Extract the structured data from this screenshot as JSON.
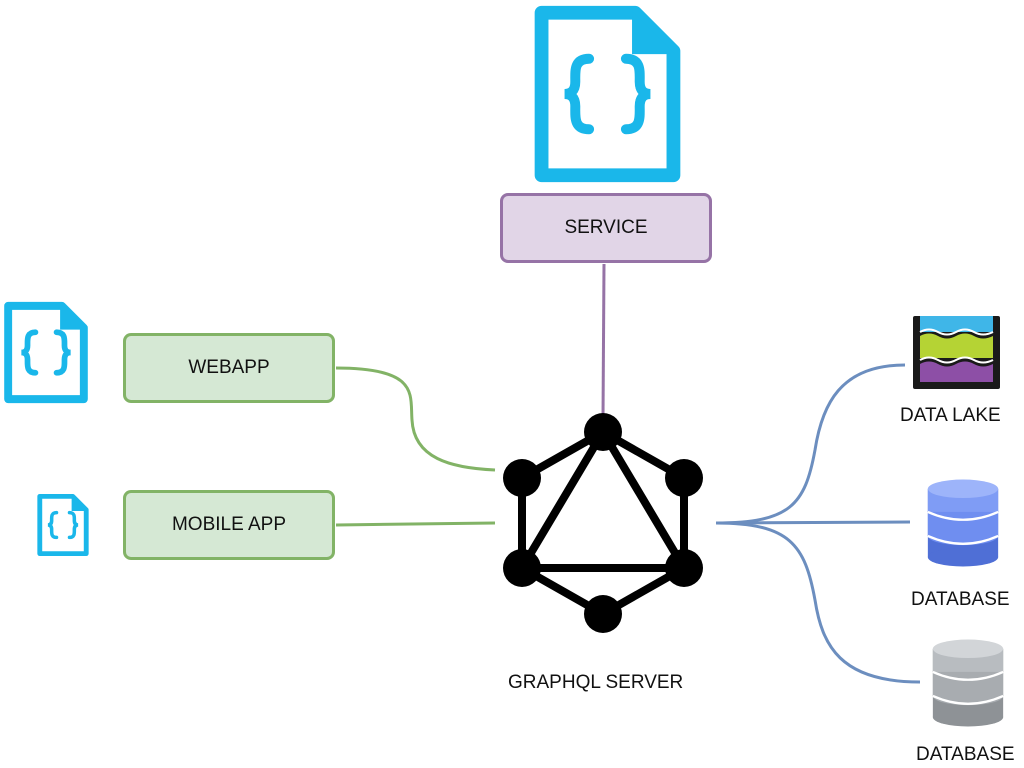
{
  "nodes": {
    "service": {
      "label": "SERVICE"
    },
    "webapp": {
      "label": "WEBAPP"
    },
    "mobile_app": {
      "label": "MOBILE APP"
    },
    "graphql_server": {
      "label": "GRAPHQL SERVER"
    },
    "data_lake": {
      "label": "DATA LAKE"
    },
    "database_1": {
      "label": "DATABASE"
    },
    "database_2": {
      "label": "DATABASE"
    }
  },
  "edges": [
    {
      "from": "service",
      "to": "graphql_server"
    },
    {
      "from": "webapp",
      "to": "graphql_server"
    },
    {
      "from": "mobile_app",
      "to": "graphql_server"
    },
    {
      "from": "graphql_server",
      "to": "data_lake"
    },
    {
      "from": "graphql_server",
      "to": "database_1"
    },
    {
      "from": "graphql_server",
      "to": "database_2"
    }
  ],
  "icons": [
    "json-file-icon",
    "graphql-logo-icon",
    "data-lake-icon",
    "database-icon"
  ],
  "colors": {
    "json_icon": "#1ab7ea",
    "service_fill": "#e1d5e7",
    "service_stroke": "#9673a6",
    "app_fill": "#d5e8d4",
    "app_stroke": "#82b366",
    "db_edge": "#6c8ebf",
    "database_blue": "#6f8ef0",
    "database_gray": "#b8bcc0",
    "lake_water": "#3fb6e8",
    "lake_green": "#b5d334",
    "lake_purple": "#8d4fa6"
  }
}
